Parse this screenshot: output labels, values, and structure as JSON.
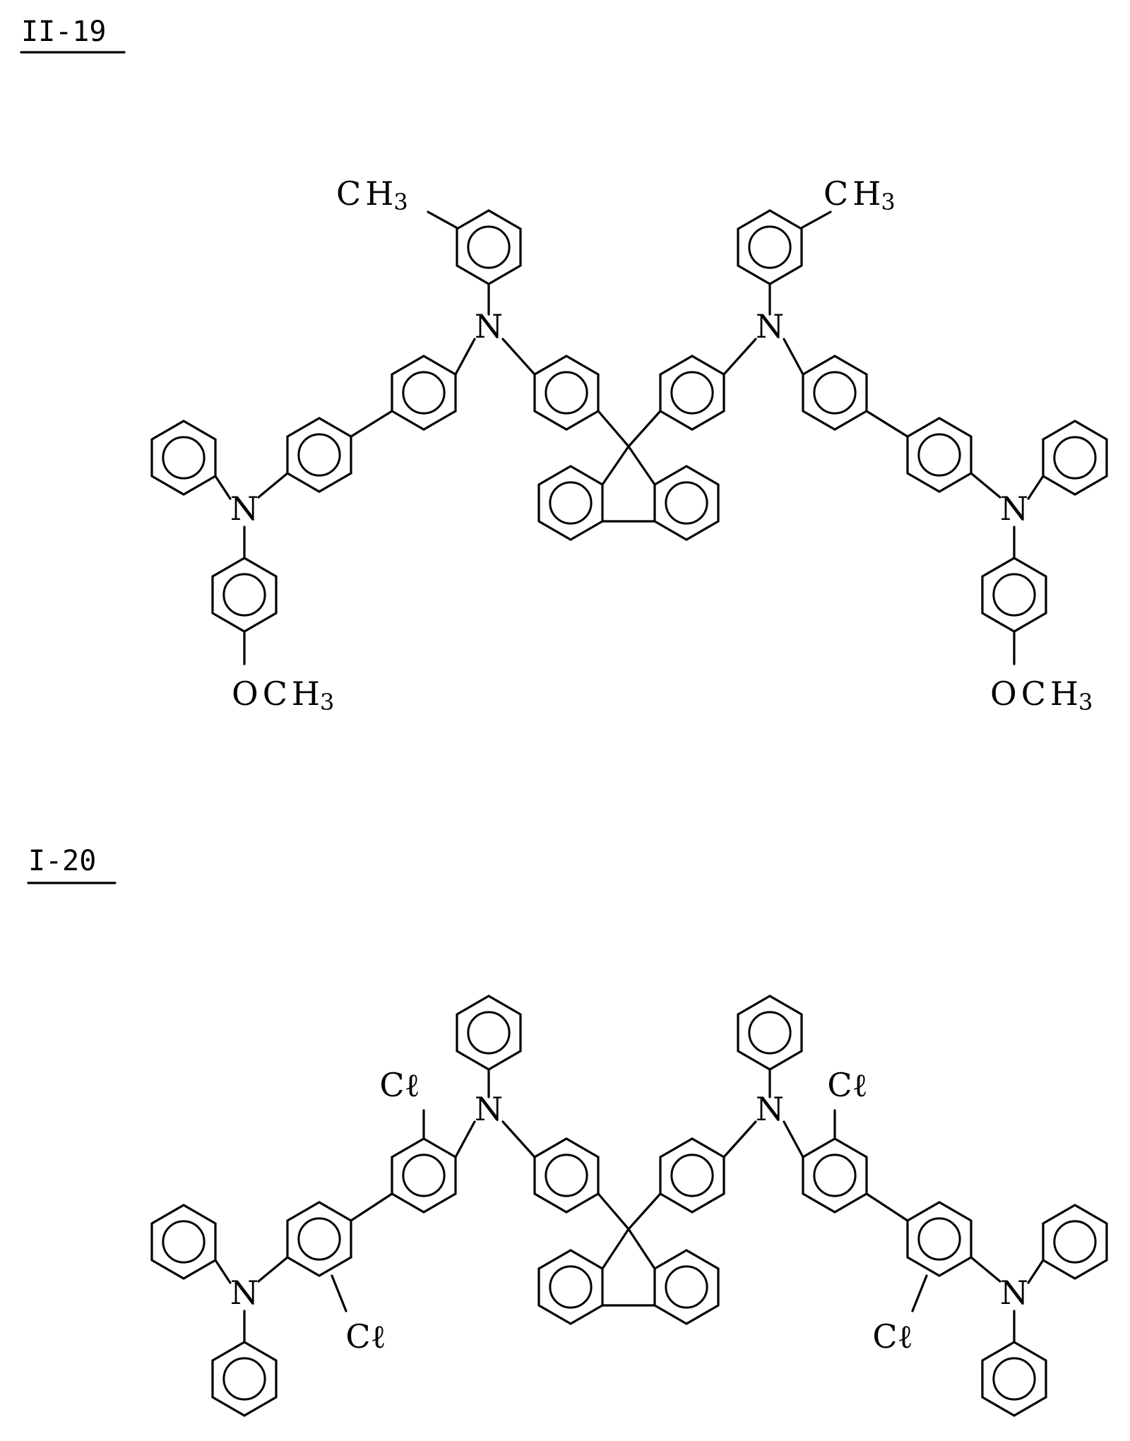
{
  "compounds": [
    {
      "id": "II-19",
      "labels": {
        "methyl": "CH3",
        "amine": "N",
        "methoxy": "OCH3"
      }
    },
    {
      "id": "I-20",
      "labels": {
        "amine": "N",
        "chloro": "Cℓ"
      }
    }
  ]
}
